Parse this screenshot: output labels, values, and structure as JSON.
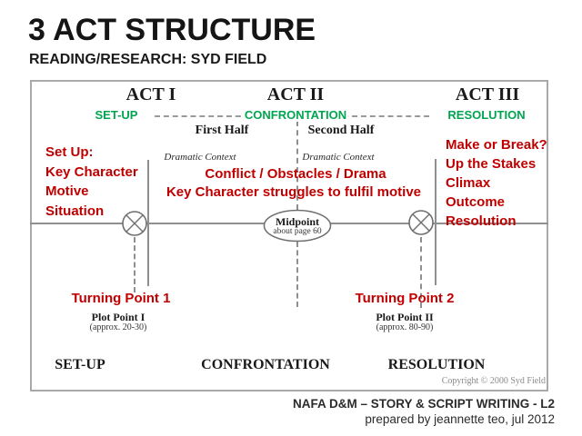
{
  "title": "3 ACT STRUCTURE",
  "subtitle": "READING/RESEARCH: SYD FIELD",
  "colors": {
    "red": "#C00000",
    "green": "#00A550",
    "line_gray": "#8f8f8f",
    "border_gray": "#a9a9a9"
  },
  "diagram": {
    "acts": [
      {
        "label": "ACT I",
        "sublabel": "SET-UP"
      },
      {
        "label": "ACT II",
        "sublabel": "CONFRONTATION"
      },
      {
        "label": "ACT III",
        "sublabel": "RESOLUTION"
      }
    ],
    "halves": [
      "First Half",
      "Second Half"
    ],
    "dramatic_context": "Dramatic Context",
    "act1_notes": [
      "Set Up:",
      "Key Character",
      "Motive",
      "Situation"
    ],
    "act2_notes": [
      "Conflict / Obstacles / Drama",
      "Key Character struggles to fulfil motive"
    ],
    "act3_notes": [
      "Make or Break?",
      "Up the Stakes",
      "Climax",
      "Outcome",
      "Resolution"
    ],
    "midpoint": {
      "label": "Midpoint",
      "note": "about page 60"
    },
    "turning_points": [
      {
        "label": "Turning Point 1",
        "plot_point": "Plot Point I",
        "approx": "(approx. 20-30)"
      },
      {
        "label": "Turning Point 2",
        "plot_point": "Plot Point II",
        "approx": "(approx. 80-90)"
      }
    ],
    "footer_labels": [
      "SET-UP",
      "CONFRONTATION",
      "RESOLUTION"
    ],
    "copyright": "Copyright © 2000 Syd Field"
  },
  "footer": {
    "line1": "NAFA D&M – STORY & SCRIPT WRITING - L2",
    "line2": "prepared by jeannette teo, jul 2012"
  }
}
